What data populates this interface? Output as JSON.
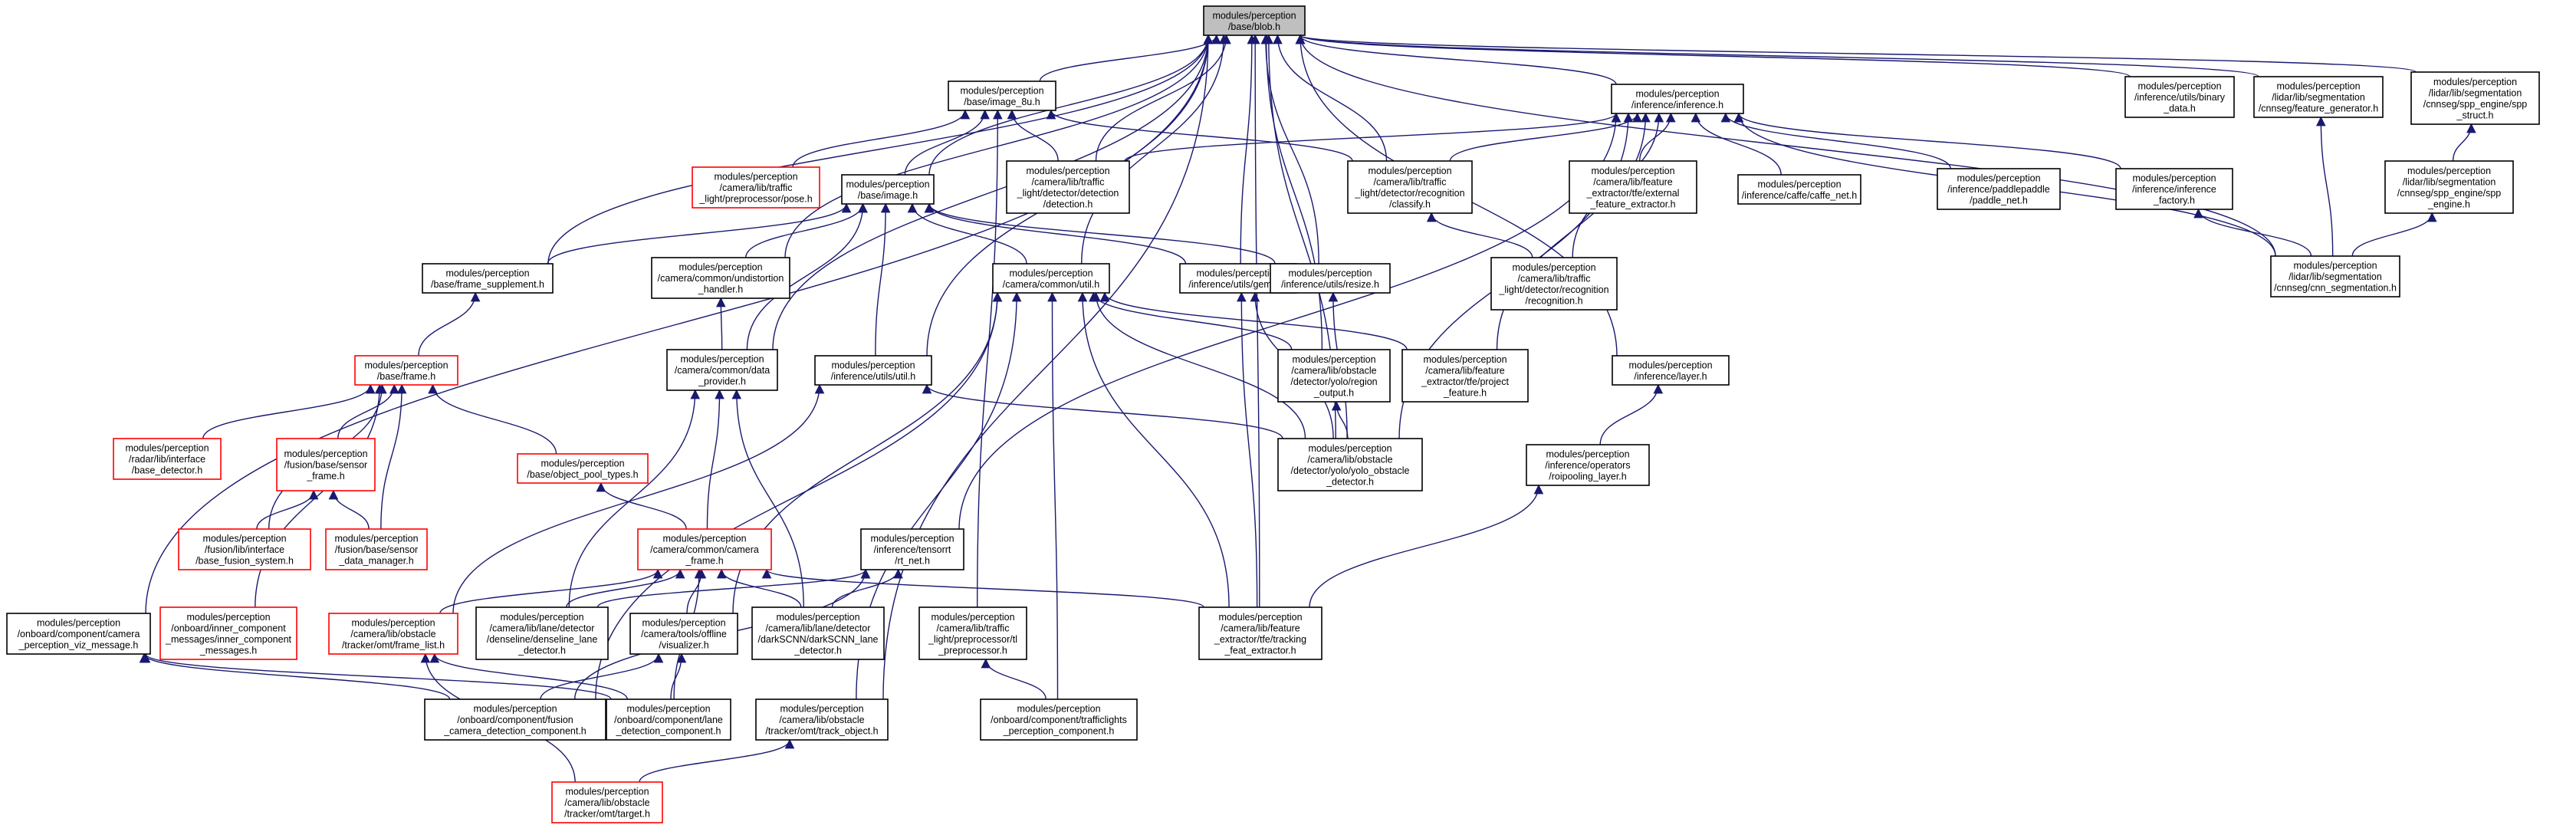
{
  "edge_color": "#191970",
  "node_border_default": "#000000",
  "node_border_incomplete": "#ff0000",
  "root_fill": "#bfbfbf",
  "nodes": [
    {
      "id": "blob",
      "label": [
        "modules/perception",
        "/base/blob.h"
      ],
      "root": true
    },
    {
      "id": "image8u",
      "label": [
        "modules/perception",
        "/base/image_8u.h"
      ]
    },
    {
      "id": "inference",
      "label": [
        "modules/perception",
        "/inference/inference.h"
      ]
    },
    {
      "id": "binarydata",
      "label": [
        "modules/perception",
        "/inference/utils/binary",
        "_data.h"
      ]
    },
    {
      "id": "featgen",
      "label": [
        "modules/perception",
        "/lidar/lib/segmentation",
        "/cnnseg/feature_generator.h"
      ]
    },
    {
      "id": "sppstruct",
      "label": [
        "modules/perception",
        "/lidar/lib/segmentation",
        "/cnnseg/spp_engine/spp",
        "_struct.h"
      ]
    },
    {
      "id": "pose",
      "label": [
        "modules/perception",
        "/camera/lib/traffic",
        "_light/preprocessor/pose.h"
      ],
      "red": true
    },
    {
      "id": "image",
      "label": [
        "modules/perception",
        "/base/image.h"
      ]
    },
    {
      "id": "detection",
      "label": [
        "modules/perception",
        "/camera/lib/traffic",
        "_light/detector/detection",
        "/detection.h"
      ]
    },
    {
      "id": "classify",
      "label": [
        "modules/perception",
        "/camera/lib/traffic",
        "_light/detector/recognition",
        "/classify.h"
      ]
    },
    {
      "id": "external",
      "label": [
        "modules/perception",
        "/camera/lib/feature",
        "_extractor/tfe/external",
        "_feature_extractor.h"
      ]
    },
    {
      "id": "caffenet",
      "label": [
        "modules/perception",
        "/inference/caffe/caffe_net.h"
      ]
    },
    {
      "id": "paddlenet",
      "label": [
        "modules/perception",
        "/inference/paddlepaddle",
        "/paddle_net.h"
      ]
    },
    {
      "id": "infactory",
      "label": [
        "modules/perception",
        "/inference/inference",
        "_factory.h"
      ]
    },
    {
      "id": "sppengine",
      "label": [
        "modules/perception",
        "/lidar/lib/segmentation",
        "/cnnseg/spp_engine/spp",
        "_engine.h"
      ]
    },
    {
      "id": "framesupp",
      "label": [
        "modules/perception",
        "/base/frame_supplement.h"
      ]
    },
    {
      "id": "undist",
      "label": [
        "modules/perception",
        "/camera/common/undistortion",
        "_handler.h"
      ]
    },
    {
      "id": "util",
      "label": [
        "modules/perception",
        "/camera/common/util.h"
      ]
    },
    {
      "id": "gemm",
      "label": [
        "modules/perception",
        "/inference/utils/gemm.h"
      ]
    },
    {
      "id": "resize",
      "label": [
        "modules/perception",
        "/inference/utils/resize.h"
      ]
    },
    {
      "id": "recognition",
      "label": [
        "modules/perception",
        "/camera/lib/traffic",
        "_light/detector/recognition",
        "/recognition.h"
      ]
    },
    {
      "id": "cnnseg",
      "label": [
        "modules/perception",
        "/lidar/lib/segmentation",
        "/cnnseg/cnn_segmentation.h"
      ]
    },
    {
      "id": "frame",
      "label": [
        "modules/perception",
        "/base/frame.h"
      ],
      "red": true
    },
    {
      "id": "dataprov",
      "label": [
        "modules/perception",
        "/camera/common/data",
        "_provider.h"
      ]
    },
    {
      "id": "infutil",
      "label": [
        "modules/perception",
        "/inference/utils/util.h"
      ]
    },
    {
      "id": "regionout",
      "label": [
        "modules/perception",
        "/camera/lib/obstacle",
        "/detector/yolo/region",
        "_output.h"
      ]
    },
    {
      "id": "project",
      "label": [
        "modules/perception",
        "/camera/lib/feature",
        "_extractor/tfe/project",
        "_feature.h"
      ]
    },
    {
      "id": "layer",
      "label": [
        "modules/perception",
        "/inference/layer.h"
      ]
    },
    {
      "id": "radar",
      "label": [
        "modules/perception",
        "/radar/lib/interface",
        "/base_detector.h"
      ],
      "red": true
    },
    {
      "id": "sensorframe",
      "label": [
        "modules/perception",
        "/fusion/base/sensor",
        "_frame.h"
      ],
      "red": true
    },
    {
      "id": "objpool",
      "label": [
        "modules/perception",
        "/base/object_pool_types.h"
      ],
      "red": true
    },
    {
      "id": "yolodet",
      "label": [
        "modules/perception",
        "/camera/lib/obstacle",
        "/detector/yolo/yolo_obstacle",
        "_detector.h"
      ]
    },
    {
      "id": "roipool",
      "label": [
        "modules/perception",
        "/inference/operators",
        "/roipooling_layer.h"
      ]
    },
    {
      "id": "fusionsys",
      "label": [
        "modules/perception",
        "/fusion/lib/interface",
        "/base_fusion_system.h"
      ],
      "red": true
    },
    {
      "id": "sensordm",
      "label": [
        "modules/perception",
        "/fusion/base/sensor",
        "_data_manager.h"
      ],
      "red": true
    },
    {
      "id": "camframe",
      "label": [
        "modules/perception",
        "/camera/common/camera",
        "_frame.h"
      ],
      "red": true
    },
    {
      "id": "rtnet",
      "label": [
        "modules/perception",
        "/inference/tensorrt",
        "/rt_net.h"
      ]
    },
    {
      "id": "vizmsg",
      "label": [
        "modules/perception",
        "/onboard/component/camera",
        "_perception_viz_message.h"
      ]
    },
    {
      "id": "innermsg",
      "label": [
        "modules/perception",
        "/onboard/inner_component",
        "_messages/inner_component",
        "_messages.h"
      ],
      "red": true
    },
    {
      "id": "framelist",
      "label": [
        "modules/perception",
        "/camera/lib/obstacle",
        "/tracker/omt/frame_list.h"
      ],
      "red": true
    },
    {
      "id": "denseline",
      "label": [
        "modules/perception",
        "/camera/lib/lane/detector",
        "/denseline/denseline_lane",
        "_detector.h"
      ]
    },
    {
      "id": "visualizer",
      "label": [
        "modules/perception",
        "/camera/tools/offline",
        "/visualizer.h"
      ]
    },
    {
      "id": "darkscnn",
      "label": [
        "modules/perception",
        "/camera/lib/lane/detector",
        "/darkSCNN/darkSCNN_lane",
        "_detector.h"
      ]
    },
    {
      "id": "tlprep",
      "label": [
        "modules/perception",
        "/camera/lib/traffic",
        "_light/preprocessor/tl",
        "_preprocessor.h"
      ]
    },
    {
      "id": "tracking",
      "label": [
        "modules/perception",
        "/camera/lib/feature",
        "_extractor/tfe/tracking",
        "_feat_extractor.h"
      ]
    },
    {
      "id": "fusioncam",
      "label": [
        "modules/perception",
        "/onboard/component/fusion",
        "_camera_detection_component.h"
      ]
    },
    {
      "id": "lanecomp",
      "label": [
        "modules/perception",
        "/onboard/component/lane",
        "_detection_component.h"
      ]
    },
    {
      "id": "trackobj",
      "label": [
        "modules/perception",
        "/camera/lib/obstacle",
        "/tracker/omt/track_object.h"
      ]
    },
    {
      "id": "tlcomp",
      "label": [
        "modules/perception",
        "/onboard/component/trafficlights",
        "_perception_component.h"
      ]
    },
    {
      "id": "target",
      "label": [
        "modules/perception",
        "/camera/lib/obstacle",
        "/tracker/omt/target.h"
      ],
      "red": true
    }
  ]
}
